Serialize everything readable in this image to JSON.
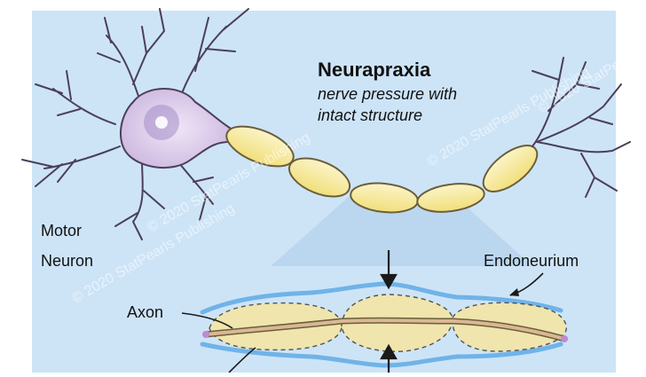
{
  "title": "Neurapraxia",
  "subtitle_line1": "nerve pressure with",
  "subtitle_line2": "intact structure",
  "labels": {
    "motor_line1": "Motor",
    "motor_line2": "Neuron",
    "axon": "Axon",
    "endoneurium": "Endoneurium"
  },
  "watermarks": [
    "© 2020 StatPearls Publishing",
    "© 2020 StatPearls Publishing",
    "© 2020 StatPearls Publishing",
    "© 2020 StatPearls Publishing"
  ],
  "colors": {
    "background_panel": "#cde4f7",
    "soma": "#d7c6e6",
    "soma_outline": "#6e5a86",
    "myelin": "#f6eaa0",
    "myelin_outline": "#6b5e3a",
    "endoneurium": "#6fb3e8",
    "axon_core": "#b68d6a"
  }
}
